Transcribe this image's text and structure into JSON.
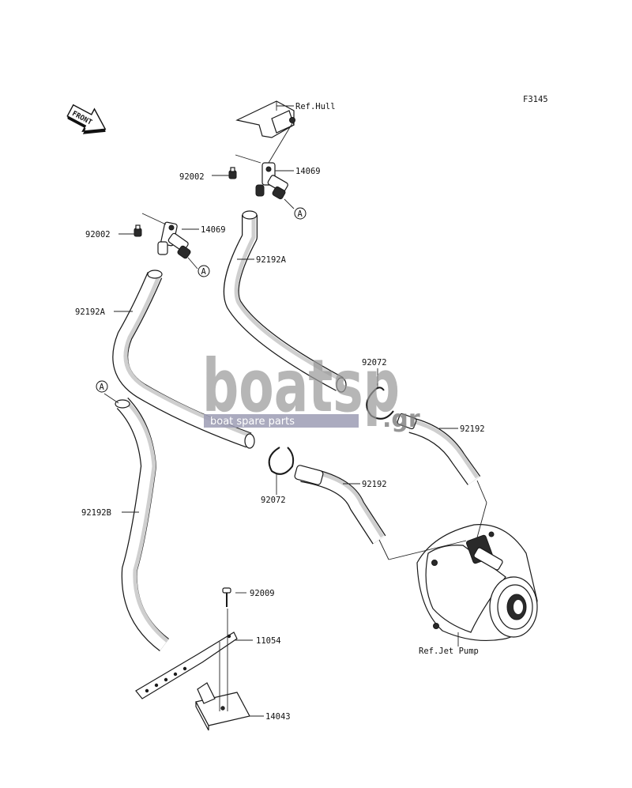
{
  "figure_code": "F3145",
  "front_label": "FRONT",
  "watermark": {
    "brand": "boatsp",
    "suffix": ".gr",
    "tagline": "boat spare parts"
  },
  "callouts": {
    "ref_hull": "Ref.Hull",
    "ref_jet_pump": "Ref.Jet Pump",
    "p14069_upper": "14069",
    "p14069_lower": "14069",
    "p92002_upper": "92002",
    "p92002_lower": "92002",
    "p92192A_upper": "92192A",
    "p92192A_left": "92192A",
    "p92072_upper": "92072",
    "p92072_lower": "92072",
    "p92192_right": "92192",
    "p92192_mid": "92192",
    "p92192B": "92192B",
    "p92009": "92009",
    "p11054": "11054",
    "p14043": "14043"
  },
  "markers": {
    "a_upper": "A",
    "a_lower": "A",
    "a_left": "A"
  }
}
